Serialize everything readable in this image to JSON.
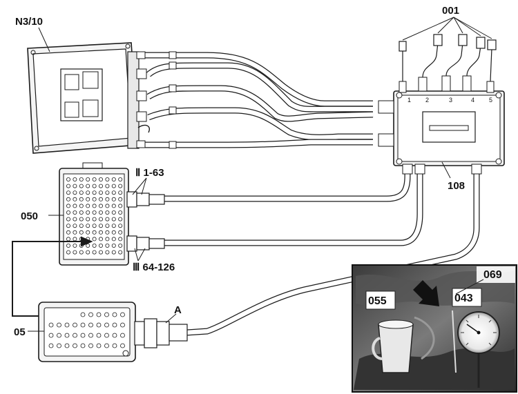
{
  "labels": {
    "ecu": "N3/10",
    "adapter_cables": "001",
    "test_box": "050",
    "connector_top": "Ⅱ 1-63",
    "connector_bottom": "Ⅲ 64-126",
    "junction_box": "108",
    "socket_box": "05",
    "plug": "A",
    "cup": "055",
    "gauge": "043",
    "engine": "069"
  },
  "junction_terminals": [
    "1",
    "2",
    "3",
    "4",
    "5"
  ],
  "colors": {
    "line": "#1a1a1a",
    "cable_fill": "#ffffff",
    "body_fill": "#f2f2f2",
    "photo_dark": "#2b2b2b",
    "photo_mid": "#6a6a6a"
  }
}
